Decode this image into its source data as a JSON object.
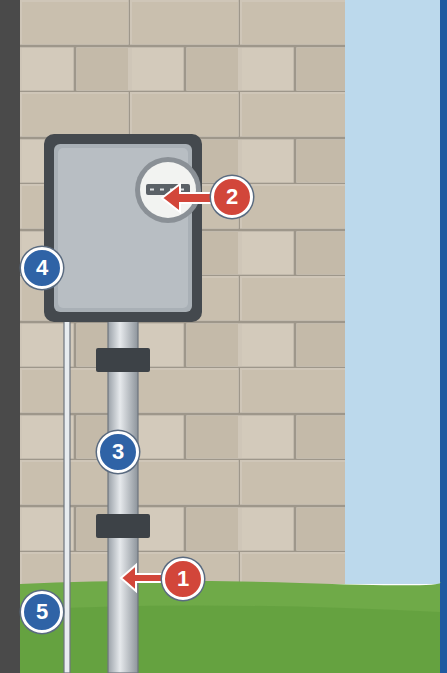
{
  "diagram": {
    "nodes": [
      {
        "text": [
          "2"
        ]
      },
      {
        "text": [
          "4"
        ]
      },
      {
        "text": [
          "3"
        ]
      },
      {
        "text": [
          "1"
        ]
      },
      {
        "text": [
          "5"
        ]
      }
    ]
  }
}
